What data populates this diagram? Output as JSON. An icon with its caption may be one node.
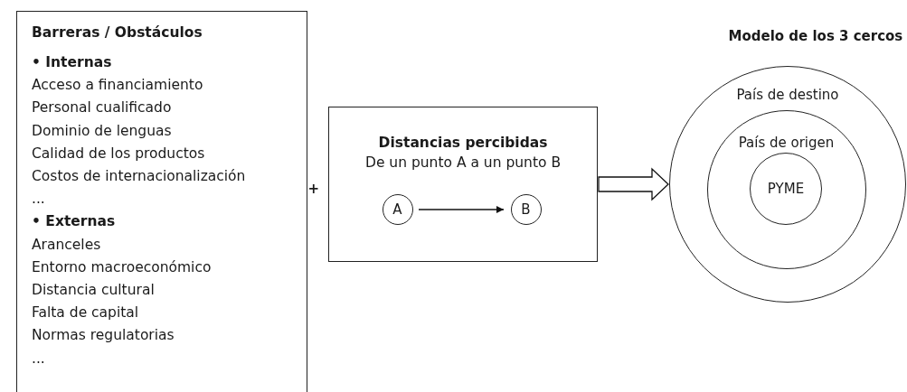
{
  "diagram": {
    "nodes": [
      {
        "text": [
          "Barreras / Obstáculos",
          "• Internas",
          "Acceso a financiamiento",
          "Personal cualificado",
          "Dominio de lenguas",
          "Calidad de los productos",
          "Costos de internacionalización",
          "...",
          "• Externas",
          "Aranceles",
          "Entorno macroeconómico",
          "Distancia cultural",
          "Falta de capital",
          "Normas regulatorias",
          "..."
        ]
      },
      {
        "text": [
          "Distancias percibidas",
          "De un punto A a un punto B"
        ]
      },
      {
        "text": [
          "A"
        ],
        "in": 1
      },
      {
        "text": [
          "B"
        ],
        "in": 1
      },
      {
        "text": [
          "País de destino"
        ]
      },
      {
        "text": [
          "País de origen"
        ],
        "in": 4
      },
      {
        "text": [
          "PYME"
        ],
        "in": 5
      }
    ],
    "edges": [
      {
        "from": 2,
        "to": 3,
        "arrow": "to"
      },
      {
        "from": 1,
        "to": 4,
        "arrow": "to"
      }
    ],
    "labels": [
      "Modelo de los 3 cercos",
      "+"
    ]
  }
}
